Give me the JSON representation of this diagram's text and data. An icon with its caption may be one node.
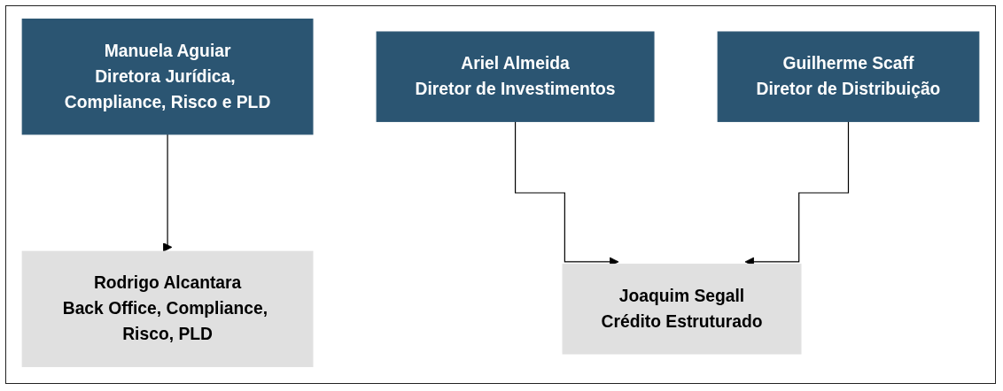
{
  "diagram": {
    "nodes": [
      {
        "text": [
          "Manuela Aguiar",
          "Diretora Jurídica, Compliance, Risco e PLD"
        ]
      },
      {
        "text": [
          "Ariel Almeida",
          "Diretor de Investimentos"
        ]
      },
      {
        "text": [
          "Guilherme Scaff",
          "Diretor de Distribuição"
        ]
      },
      {
        "text": [
          "Rodrigo Alcantara",
          "Back Office, Compliance, Risco, PLD"
        ]
      },
      {
        "text": [
          "Joaquim Segall",
          "Crédito Estruturado"
        ]
      }
    ],
    "edges": [
      {
        "from": 0,
        "to": 3,
        "arrow": "to"
      },
      {
        "from": 1,
        "to": 4,
        "arrow": "to"
      },
      {
        "from": 2,
        "to": 4,
        "arrow": "to"
      }
    ]
  }
}
